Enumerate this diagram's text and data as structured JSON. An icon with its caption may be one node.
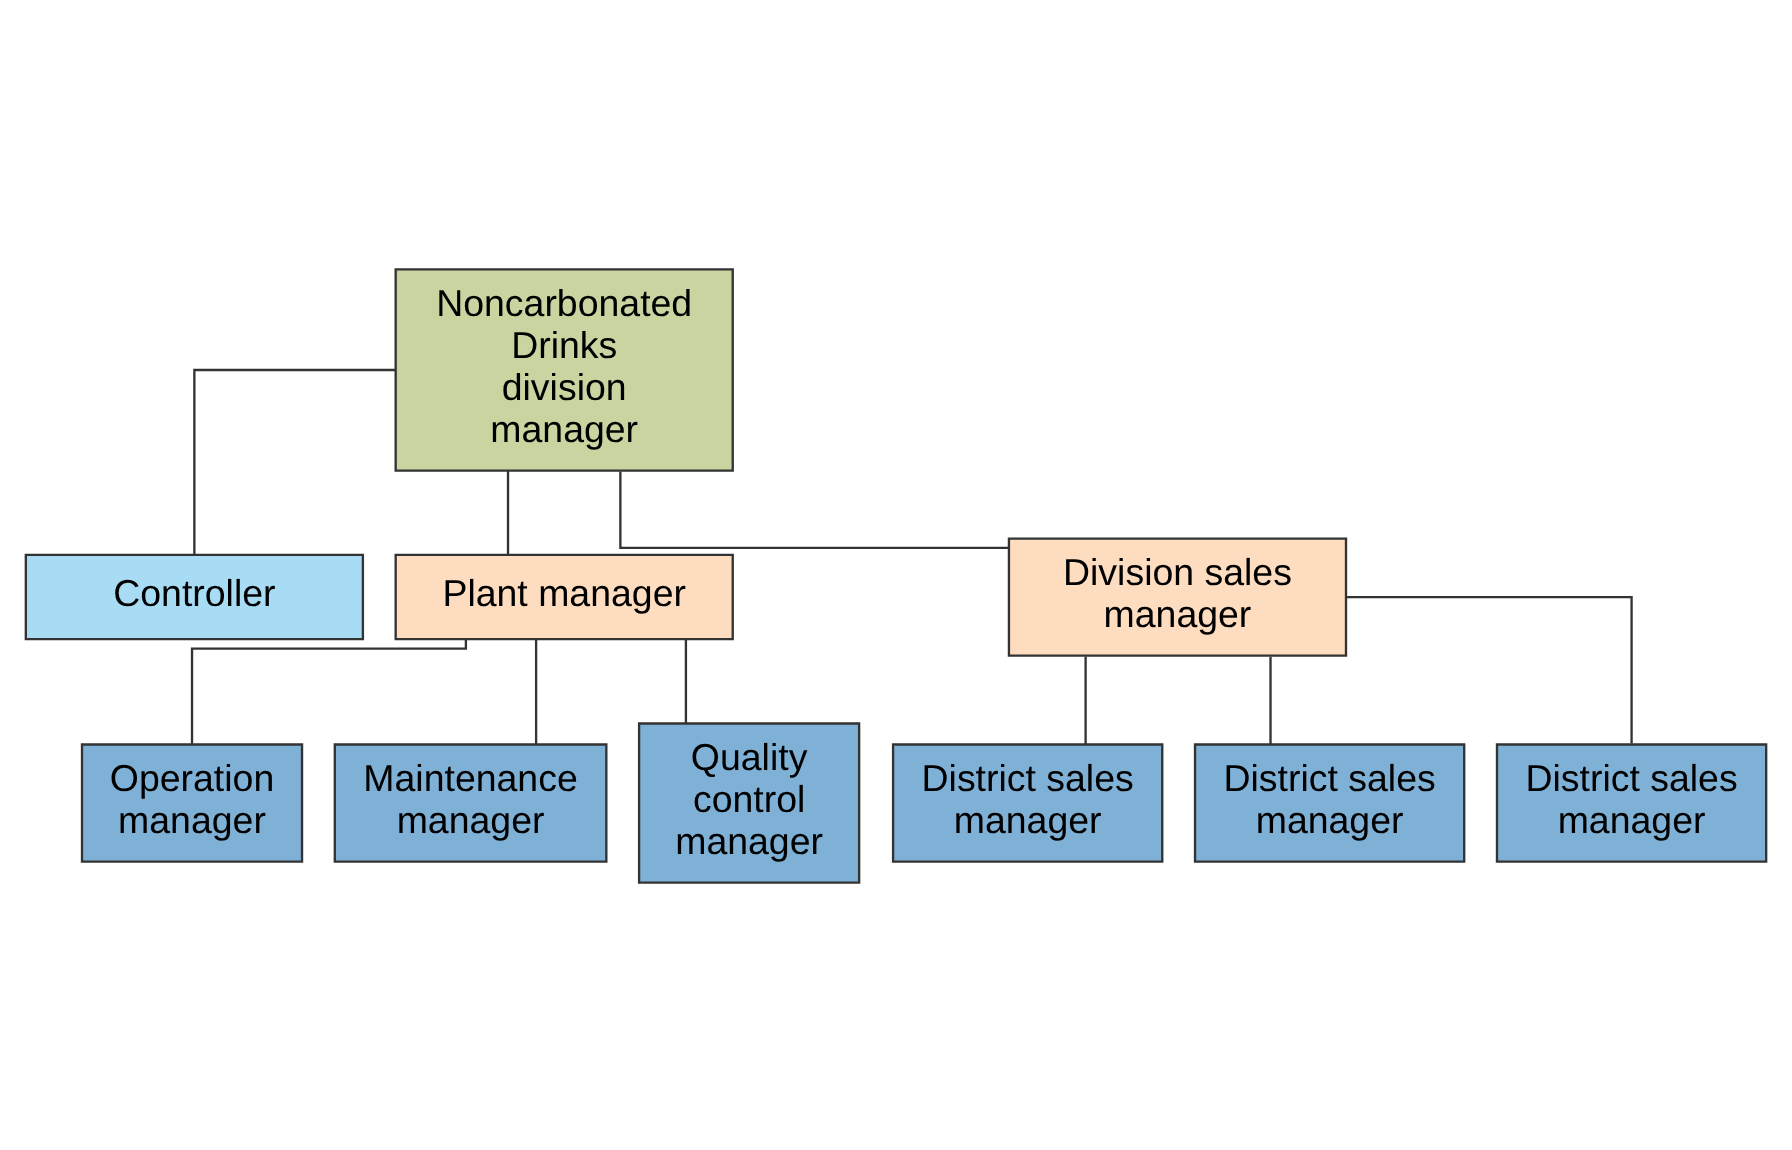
{
  "diagram": {
    "nodes": [
      {
        "text": [
          "Noncarbonated Drinks division manager"
        ]
      },
      {
        "text": [
          "Controller"
        ]
      },
      {
        "text": [
          "Plant manager"
        ]
      },
      {
        "text": [
          "Division sales manager"
        ]
      },
      {
        "text": [
          "Operation manager"
        ]
      },
      {
        "text": [
          "Maintenance manager"
        ]
      },
      {
        "text": [
          "Quality control manager"
        ]
      },
      {
        "text": [
          "District sales manager"
        ]
      },
      {
        "text": [
          "District sales manager"
        ]
      },
      {
        "text": [
          "District sales manager"
        ]
      }
    ],
    "edges": [
      {
        "from": 0,
        "to": 1,
        "arrow": "none"
      },
      {
        "from": 0,
        "to": 2,
        "arrow": "none"
      },
      {
        "from": 0,
        "to": 3,
        "arrow": "none"
      },
      {
        "from": 2,
        "to": 4,
        "arrow": "none"
      },
      {
        "from": 2,
        "to": 5,
        "arrow": "none"
      },
      {
        "from": 2,
        "to": 6,
        "arrow": "none"
      },
      {
        "from": 3,
        "to": 7,
        "arrow": "none"
      },
      {
        "from": 3,
        "to": 8,
        "arrow": "none"
      },
      {
        "from": 3,
        "to": 9,
        "arrow": "none"
      }
    ]
  }
}
